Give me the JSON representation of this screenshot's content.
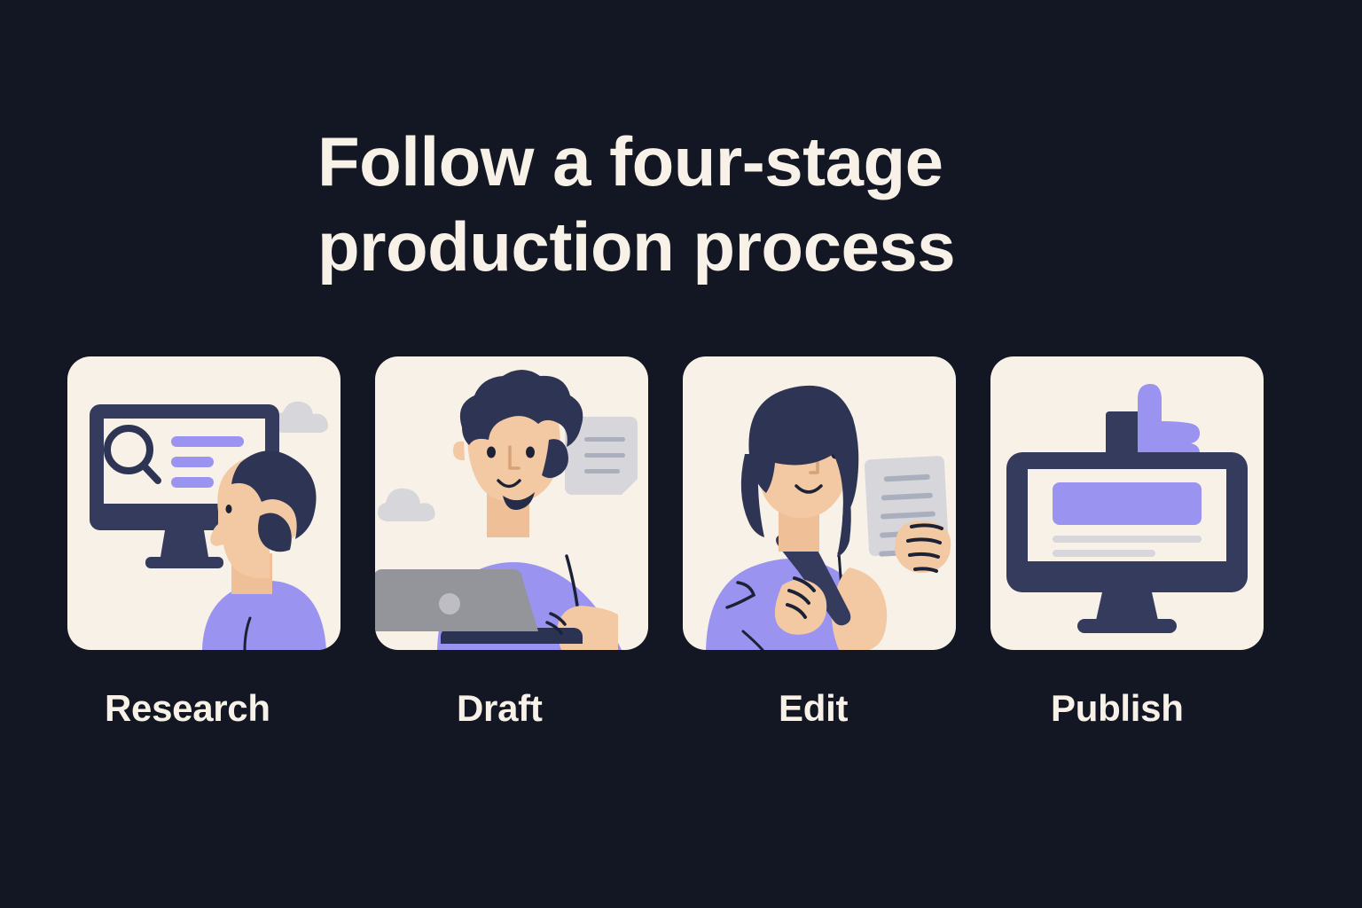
{
  "theme": {
    "background": "#131724",
    "card_background": "#F7F1E7",
    "text_color": "#F7F1E8",
    "accent_purple": "#9A93F0",
    "dark_navy": "#333A5C",
    "skin": "#F3C9A4",
    "gray": "#D3D3DA",
    "laptop_gray": "#94949B"
  },
  "header": {
    "title": "Follow a four-stage\nproduction process"
  },
  "stages": [
    {
      "label": "Research",
      "icon": "person-viewing-monitor-search-icon",
      "elements": {
        "monitor_search_lines": 3,
        "cloud": true
      }
    },
    {
      "label": "Draft",
      "icon": "person-typing-laptop-icon",
      "elements": {
        "document_lines": 3,
        "cloud": true
      }
    },
    {
      "label": "Edit",
      "icon": "person-holding-pen-and-document-icon",
      "elements": {
        "document_lines": 5,
        "cloud": false
      }
    },
    {
      "label": "Publish",
      "icon": "monitor-thumbs-up-icon",
      "elements": {
        "screen_lines": 2,
        "thumbs_up": true
      }
    }
  ]
}
